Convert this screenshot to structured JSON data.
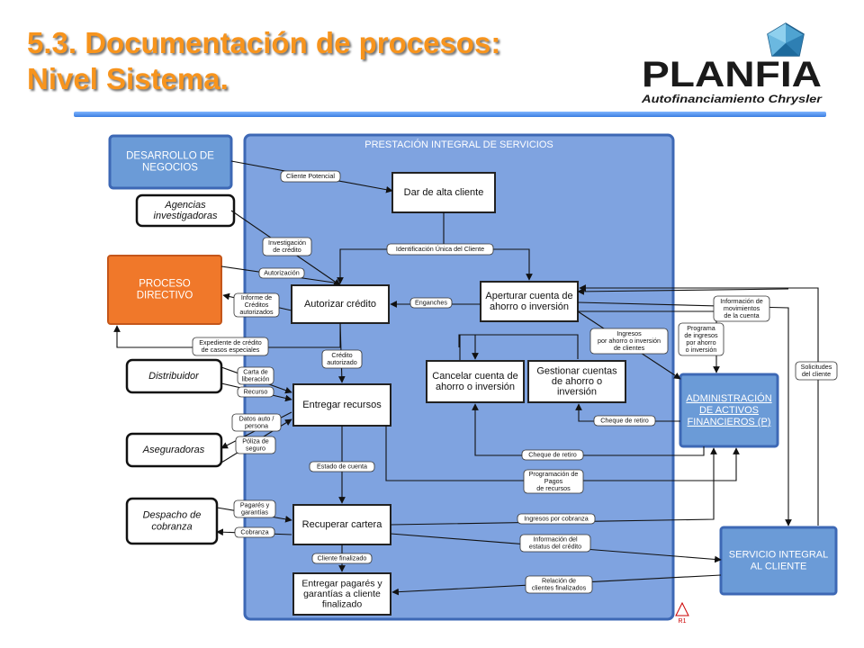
{
  "slide": {
    "title_line1": "5.3. Documentación de procesos:",
    "title_line2": "Nivel Sistema.",
    "title_color": "#F7941D",
    "accent_color": "#3A7DE0"
  },
  "logo": {
    "brand": "PLANFIA",
    "tagline": "Autofinanciamiento Chrysler",
    "icon": "chrysler-pentastar-icon"
  },
  "diagram": {
    "colors": {
      "blue_box": "#6B9BD7",
      "orange_box": "#F0782A",
      "system_area": "#7FA3E0",
      "white_box": "#FFFFFF"
    },
    "system_area_label": "PRESTACIÓN INTEGRAL DE SERVICIOS",
    "external": {
      "desarrollo": [
        "DESARROLLO DE",
        "NEGOCIOS"
      ],
      "agencias": [
        "Agencias",
        "investigadoras"
      ],
      "directivo": [
        "PROCESO",
        "DIRECTIVO"
      ],
      "distribuidor": [
        "Distribuidor"
      ],
      "aseguradoras": [
        "Aseguradoras"
      ],
      "despacho": [
        "Despacho de",
        "cobranza"
      ],
      "admin": [
        "ADMINISTRACIÓN",
        "DE ACTIVOS",
        "FINANCIEROS (P)"
      ],
      "servicio": [
        "SERVICIO INTEGRAL",
        "AL CLIENTE"
      ]
    },
    "processes": {
      "alta": [
        "Dar de alta cliente"
      ],
      "autorizar": [
        "Autorizar crédito"
      ],
      "aperturar": [
        "Aperturar cuenta de",
        "ahorro o inversión"
      ],
      "cancelar": [
        "Cancelar cuenta de",
        "ahorro o inversión"
      ],
      "gestionar": [
        "Gestionar cuentas",
        "de ahorro o",
        "inversión"
      ],
      "entregar": [
        "Entregar recursos"
      ],
      "recuperar": [
        "Recuperar cartera"
      ],
      "pagares": [
        "Entregar pagarés y",
        "garantías a cliente",
        "finalizado"
      ]
    },
    "flows": {
      "cliente_potencial": [
        "Cliente Potencial"
      ],
      "investigacion": [
        "Investigación",
        "de crédito"
      ],
      "identificacion": [
        "Identificación Única del Cliente"
      ],
      "autorizacion": [
        "Autorización"
      ],
      "informe": [
        "Informe de",
        "Créditos",
        "autorizados"
      ],
      "enganches": [
        "Enganches"
      ],
      "expediente": [
        "Expediente de crédito",
        "de casos especiales"
      ],
      "credito_autorizado": [
        "Crédito",
        "autorizado"
      ],
      "carta": [
        "Carta de",
        "liberación"
      ],
      "recurso": [
        "Recurso"
      ],
      "datos_auto": [
        "Datos auto /",
        "persona"
      ],
      "poliza": [
        "Póliza de",
        "seguro"
      ],
      "estado_cuenta": [
        "Estado de cuenta"
      ],
      "pagares_garantias": [
        "Pagarés y",
        "garantías"
      ],
      "cobranza": [
        "Cobranza"
      ],
      "cliente_finalizado": [
        "Cliente finalizado"
      ],
      "ingresos_ahorro": [
        "Ingresos",
        "por ahorro o inversión",
        "de clientes"
      ],
      "info_movimientos": [
        "Información de",
        "movimientos",
        "de la cuenta"
      ],
      "programa_ingresos": [
        "Programa",
        "de ingresos",
        "por ahorro",
        "o inversión"
      ],
      "solicitudes": [
        "Solicitudes",
        "del cliente"
      ],
      "cheque_retiro_1": [
        "Cheque de retiro"
      ],
      "cheque_retiro_2": [
        "Cheque de retiro"
      ],
      "programacion_pagos": [
        "Programación de",
        "Pagos",
        "de recursos"
      ],
      "ingresos_cobranza": [
        "Ingresos por cobranza"
      ],
      "info_estatus": [
        "Información del",
        "estatus del crédito"
      ],
      "relacion_clientes": [
        "Relación de",
        "clientes finalizados"
      ]
    },
    "badge": "R1"
  }
}
